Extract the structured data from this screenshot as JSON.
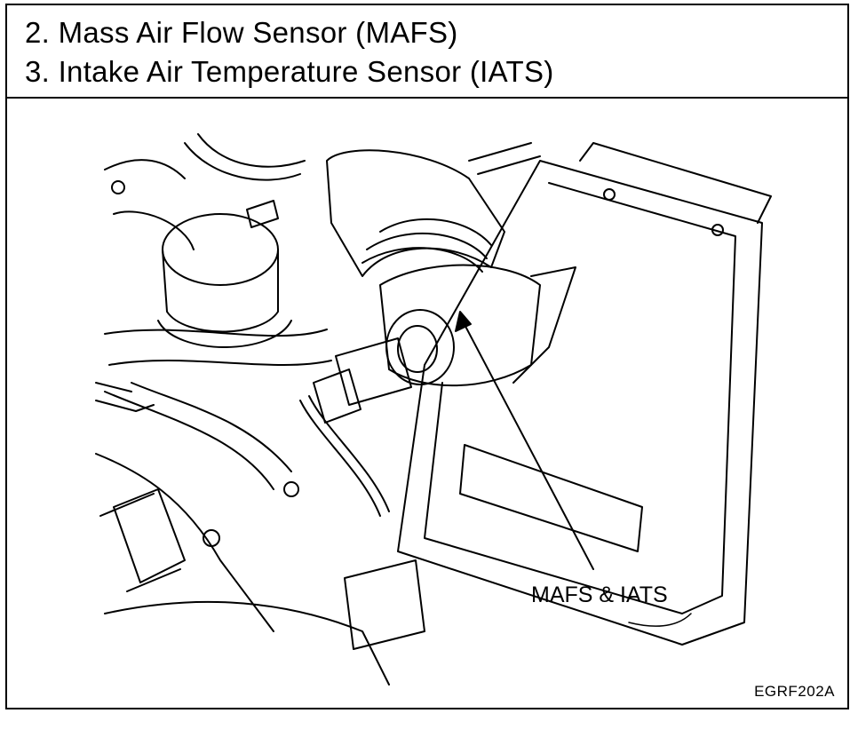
{
  "header": {
    "line1": "2.  Mass Air Flow Sensor (MAFS)",
    "line2": "3.  Intake Air Temperature Sensor (IATS)"
  },
  "figure": {
    "callout_label": "MAFS & IATS",
    "figure_code": "EGRF202A"
  }
}
